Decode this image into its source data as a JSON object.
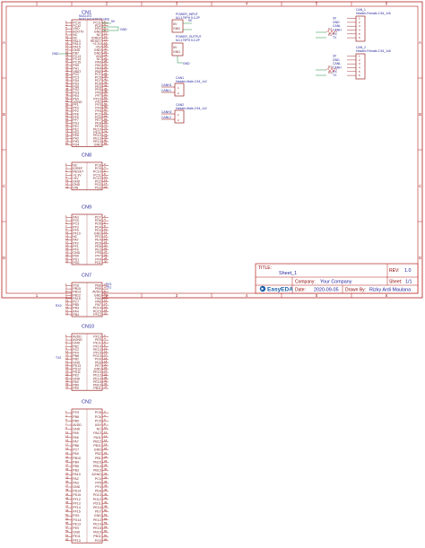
{
  "grid": {
    "top": [
      "1",
      "2",
      "3",
      "4",
      "5",
      "6"
    ],
    "side": [
      "A",
      "B",
      "C",
      "D"
    ]
  },
  "cn1": {
    "ref": "CN1",
    "value1": "NUCLEO",
    "value2": "NUCLEO-F767ZI-skrip",
    "left": [
      "PC10",
      "PC12",
      "VDD",
      "BOOT0",
      "NC",
      "NC",
      "PA13",
      "PA14",
      "PA15",
      "GND",
      "PB7",
      "PC13",
      "PC14",
      "PC15",
      "PH0",
      "PH1",
      "VBAT",
      "PC2",
      "PC3",
      "PD4",
      "PD3",
      "PD5",
      "PG2",
      "PG3",
      "PE4",
      "PE5",
      "AGND",
      "PF1",
      "PF0",
      "PF2",
      "PF8",
      "PF9",
      "PF7",
      "PG1",
      "PE1",
      "PE2",
      "PE3",
      "PE6",
      "PH2",
      "PH3",
      "PG4"
    ],
    "right": [
      "PC11",
      "PD2",
      "E5V",
      "GND",
      "NC",
      "IOREF",
      "RESET",
      "+3.3V",
      "+5V",
      "GND",
      "GND",
      "VIN",
      "NC",
      "PA0",
      "PA1",
      "PA4",
      "PB0",
      "PC1",
      "PC0",
      "PD7",
      "PD6",
      "PE0",
      "PE6",
      "PF6",
      "PF7",
      "PF10",
      "PF2",
      "PF3",
      "PF4",
      "PF5",
      "PC2",
      "PG0",
      "PE7",
      "PE8",
      "PE9",
      "PE10",
      "PE11",
      "PE12",
      "PE13",
      "PE14",
      "GND"
    ],
    "net_label": "GND"
  },
  "cn8": {
    "ref": "CN8",
    "left": [
      "NC",
      "IOREF",
      "RESET",
      "+3.3V",
      "+5V",
      "GND",
      "GND",
      "VIN"
    ],
    "right": [
      "PC8",
      "PC9",
      "PC10",
      "PC11",
      "PC12",
      "PD2",
      "PG2",
      "PG3"
    ]
  },
  "cn9": {
    "ref": "CN9",
    "left": [
      "PA3",
      "PC0",
      "PC3",
      "PF3",
      "PF5",
      "PF10",
      "NC",
      "PA7",
      "PF2",
      "PF1",
      "PF0",
      "GND",
      "PD0",
      "PD1",
      "PG0"
    ],
    "right": [
      "PD7",
      "PD6",
      "PD5",
      "PD4",
      "PD3",
      "GND",
      "PE2",
      "PE4",
      "PE5",
      "PE6",
      "PE3",
      "PF8",
      "PF7",
      "PF9",
      "PG1"
    ]
  },
  "cn7": {
    "ref": "CN7",
    "left": [
      "PC6",
      "PB15",
      "PB13",
      "PB12",
      "PA15",
      "PC7",
      "PB5",
      "PB3",
      "PA4",
      "PB4"
    ],
    "right": [
      "PB8",
      "PB9",
      "AVDD",
      "GND",
      "PA5",
      "PA6",
      "PA7",
      "PD14",
      "PD15",
      "PF12"
    ],
    "labels": [
      "RX1",
      "TX1",
      "RX2"
    ]
  },
  "cn10": {
    "ref": "CN10",
    "left": [
      "AVDD",
      "AGND",
      "GND",
      "PB1",
      "PC2",
      "PF4",
      "PB6",
      "PB2",
      "GND",
      "PD13",
      "PD12",
      "PD11",
      "PE2",
      "GND",
      "PA0",
      "PB0",
      "PE0"
    ],
    "right": [
      "PF13",
      "PE9",
      "PE11",
      "PF14",
      "PE13",
      "PF15",
      "PG14",
      "PG9",
      "PE8",
      "PE7",
      "GND",
      "PE10",
      "PE12",
      "PE14",
      "PE15",
      "PB10",
      "PB11"
    ],
    "labels": [
      "TX2"
    ]
  },
  "cn2": {
    "ref": "CN2",
    "left": [
      "PC9",
      "PB8",
      "PB9",
      "AVDD",
      "GND",
      "PA5",
      "PA6",
      "PA7",
      "PB6",
      "PC7",
      "PA9",
      "PB10",
      "PB4",
      "PB5",
      "PB3",
      "PA10",
      "PA2",
      "PA3",
      "GND",
      "PD14",
      "PD15",
      "PF12",
      "PF13",
      "PF14",
      "PF15",
      "PG9",
      "PG14",
      "PE13",
      "PE9",
      "GND",
      "PE11",
      "PF13"
    ],
    "right": [
      "PC8",
      "PC6",
      "PC5",
      "U5V",
      "NC",
      "PA12",
      "PA11",
      "PB12",
      "PB11",
      "GND",
      "PB2",
      "PB1",
      "PB15",
      "PB14",
      "PB13",
      "AGND",
      "PC4",
      "PF5",
      "PF4",
      "PE8",
      "PD13",
      "PD12",
      "PD11",
      "PE10",
      "PE7",
      "GND",
      "PE12",
      "PE14",
      "PE15",
      "PB10",
      "PB11",
      "PG4"
    ]
  },
  "power_input": {
    "title1": "POWER_INPUT",
    "title2": "MJ-179PH 5.0-2P",
    "pins": [
      "5V",
      "GND"
    ],
    "net": "5V"
  },
  "power_output": {
    "title1": "POWER_OUTPUT",
    "title2": "MJ-179PH 5.0-2P",
    "pins": [
      "5V",
      "GND"
    ],
    "net": "GND"
  },
  "can1_hdr": {
    "title1": "CAN1",
    "title2": "Header-Male-2.54_1x2",
    "pins": [
      "CANH1",
      "CANL1"
    ]
  },
  "can2_hdr": {
    "title1": "CAN2",
    "title2": "Header-Male-2.54_1x2",
    "pins": [
      "CANH2",
      "CANL2"
    ]
  },
  "can1_mod": {
    "title1": "CAN_1",
    "title2": "Header-Female-2.54_1x6",
    "pins": [
      "3V",
      "GND",
      "CANL",
      "CANH",
      "RX",
      "TX"
    ],
    "r1": "R1",
    "r2": "R2"
  },
  "can2_mod": {
    "title1": "CAN_2",
    "title2": "Header-Female-2.54_1x6",
    "pins": [
      "3V",
      "GND",
      "CANL",
      "CANH",
      "RX",
      "TX"
    ],
    "r1": "R3",
    "r2": "R4"
  },
  "title_block": {
    "title_label": "TITLE:",
    "title": "Sheet_1",
    "rev_label": "REV:",
    "rev": "1.0",
    "company_label": "Company:",
    "company": "Your Company",
    "sheet_label": "Sheet:",
    "sheet": "1/1",
    "date_label": "Date:",
    "date": "2020-09-05",
    "drawn_label": "Drawn By:",
    "drawn": "Rizky Ardi Maulana",
    "brand": "EasyEDA"
  }
}
